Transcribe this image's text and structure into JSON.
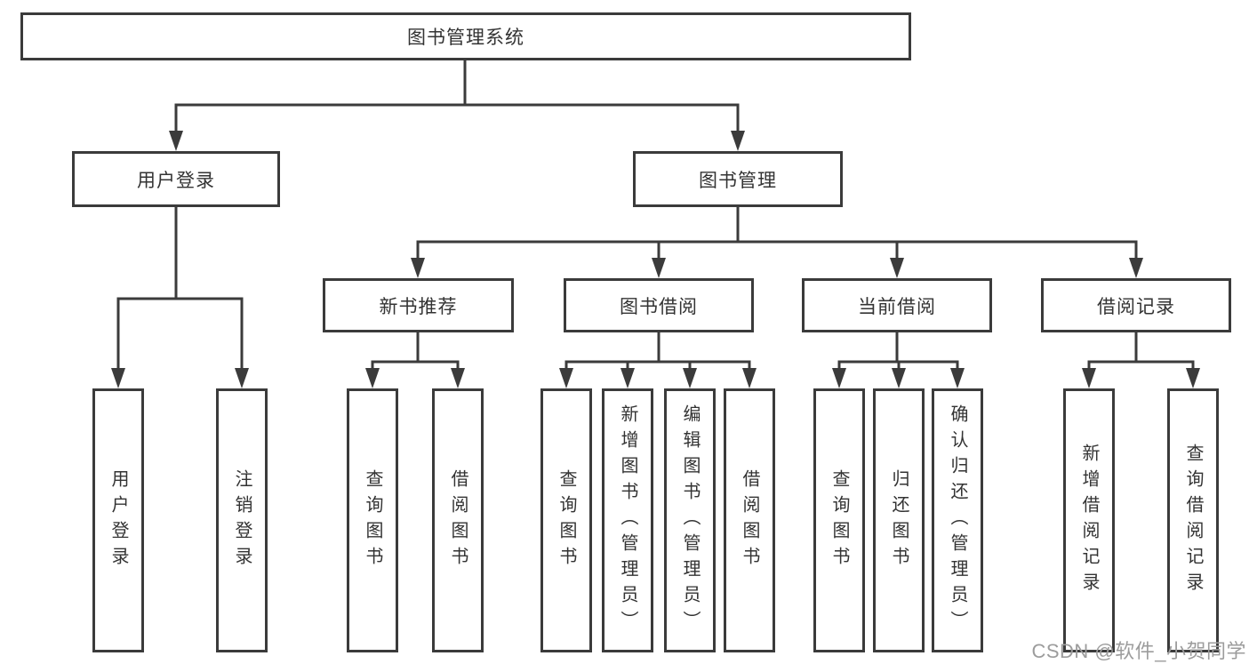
{
  "diagram": {
    "title_node": {
      "label": "图书管理系统"
    },
    "level2": [
      {
        "label": "用户登录",
        "parent": "图书管理系统"
      },
      {
        "label": "图书管理",
        "parent": "图书管理系统"
      }
    ],
    "level3": [
      {
        "label": "新书推荐",
        "parent": "图书管理"
      },
      {
        "label": "图书借阅",
        "parent": "图书管理"
      },
      {
        "label": "当前借阅",
        "parent": "图书管理"
      },
      {
        "label": "借阅记录",
        "parent": "图书管理"
      }
    ],
    "leaves": [
      {
        "label": "用户登录",
        "parent": "用户登录"
      },
      {
        "label": "注销登录",
        "parent": "用户登录"
      },
      {
        "label": "查询图书",
        "parent": "新书推荐"
      },
      {
        "label": "借阅图书",
        "parent": "新书推荐"
      },
      {
        "label": "查询图书",
        "parent": "图书借阅"
      },
      {
        "label": "新增图书（管理员）",
        "parent": "图书借阅"
      },
      {
        "label": "编辑图书（管理员）",
        "parent": "图书借阅"
      },
      {
        "label": "借阅图书",
        "parent": "图书借阅"
      },
      {
        "label": "查询图书",
        "parent": "当前借阅"
      },
      {
        "label": "归还图书",
        "parent": "当前借阅"
      },
      {
        "label": "确认归还（管理员）",
        "parent": "当前借阅"
      },
      {
        "label": "新增借阅记录",
        "parent": "借阅记录"
      },
      {
        "label": "查询借阅记录",
        "parent": "借阅记录"
      }
    ]
  },
  "watermark": {
    "text": "CSDN @软件_小贺同学"
  },
  "colors": {
    "line": "#3b3b3b",
    "text": "#333333",
    "background": "#ffffff",
    "watermark": "#9c9c9c"
  }
}
